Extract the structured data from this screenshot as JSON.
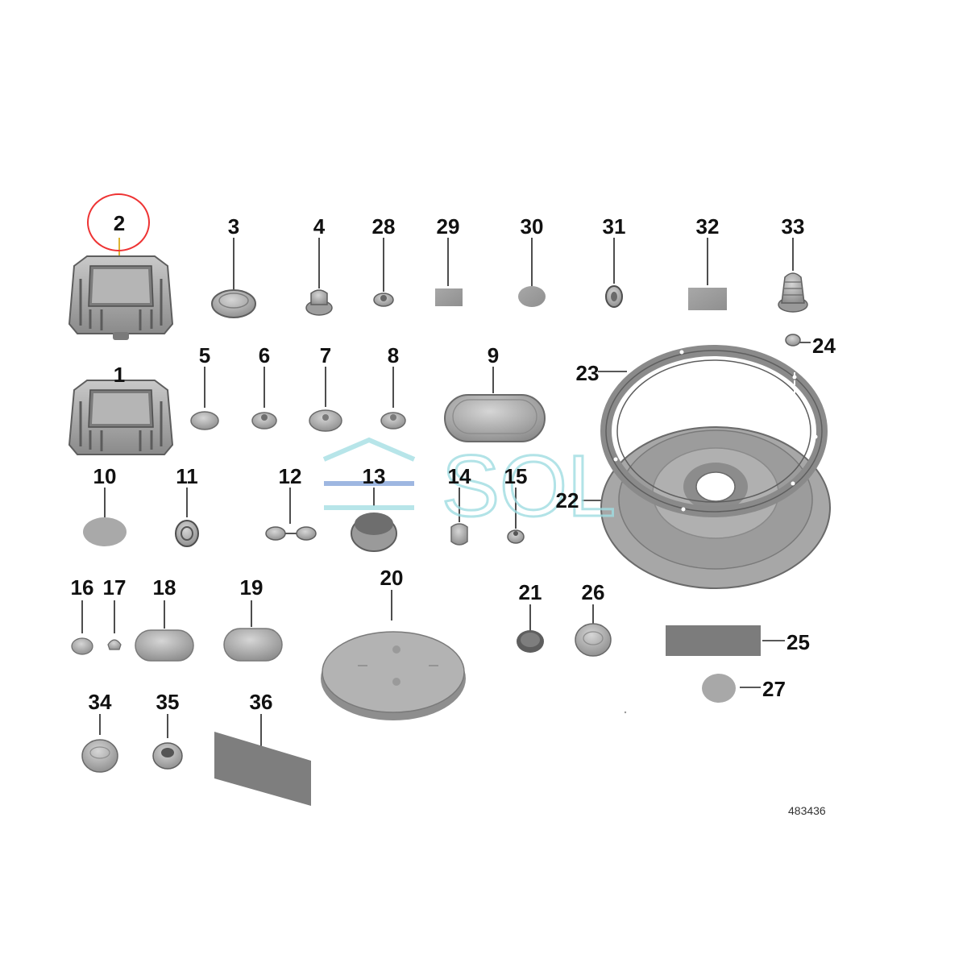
{
  "diagram": {
    "catalog_code": "483436",
    "selected_part": "2",
    "watermark_text": "SOL",
    "labels": {
      "p1": "1",
      "p2": "2",
      "p3": "3",
      "p4": "4",
      "p5": "5",
      "p6": "6",
      "p7": "7",
      "p8": "8",
      "p9": "9",
      "p10": "10",
      "p11": "11",
      "p12": "12",
      "p13": "13",
      "p14": "14",
      "p15": "15",
      "p16": "16",
      "p17": "17",
      "p18": "18",
      "p19": "19",
      "p20": "20",
      "p21": "21",
      "p22": "22",
      "p23": "23",
      "p24": "24",
      "p25": "25",
      "p26": "26",
      "p27": "27",
      "p28": "28",
      "p29": "29",
      "p30": "30",
      "p31": "31",
      "p32": "32",
      "p33": "33",
      "p34": "34",
      "p35": "35",
      "p36": "36"
    },
    "colors": {
      "part": "#9b9b9b",
      "part_dark": "#6e6e6e",
      "highlight": "#e33333",
      "watermark": "#7fd0d6"
    }
  }
}
